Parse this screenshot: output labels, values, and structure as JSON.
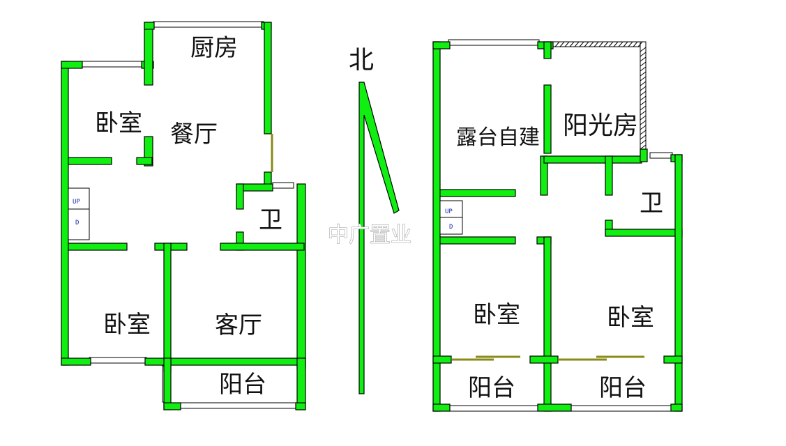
{
  "plan_left": {
    "rooms": {
      "kitchen": "厨房",
      "bedroom_top": "卧室",
      "dining": "餐厅",
      "bathroom": "卫",
      "bedroom_bottom": "卧室",
      "living": "客厅",
      "balcony": "阳台"
    },
    "stair": {
      "top": "UP",
      "bottom": "D"
    }
  },
  "north_label": "北",
  "plan_right": {
    "rooms": {
      "terrace": "露台自建",
      "sunroom": "阳光房",
      "bathroom": "卫",
      "bedroom_left": "卧室",
      "bedroom_right": "卧室",
      "balcony_left": "阳台",
      "balcony_right": "阳台"
    },
    "stair": {
      "top": "UP",
      "bottom": "D"
    }
  },
  "watermark": "中广置业",
  "colors": {
    "wall": "#11ee11",
    "background": "#ffffff",
    "text": "#111111"
  }
}
